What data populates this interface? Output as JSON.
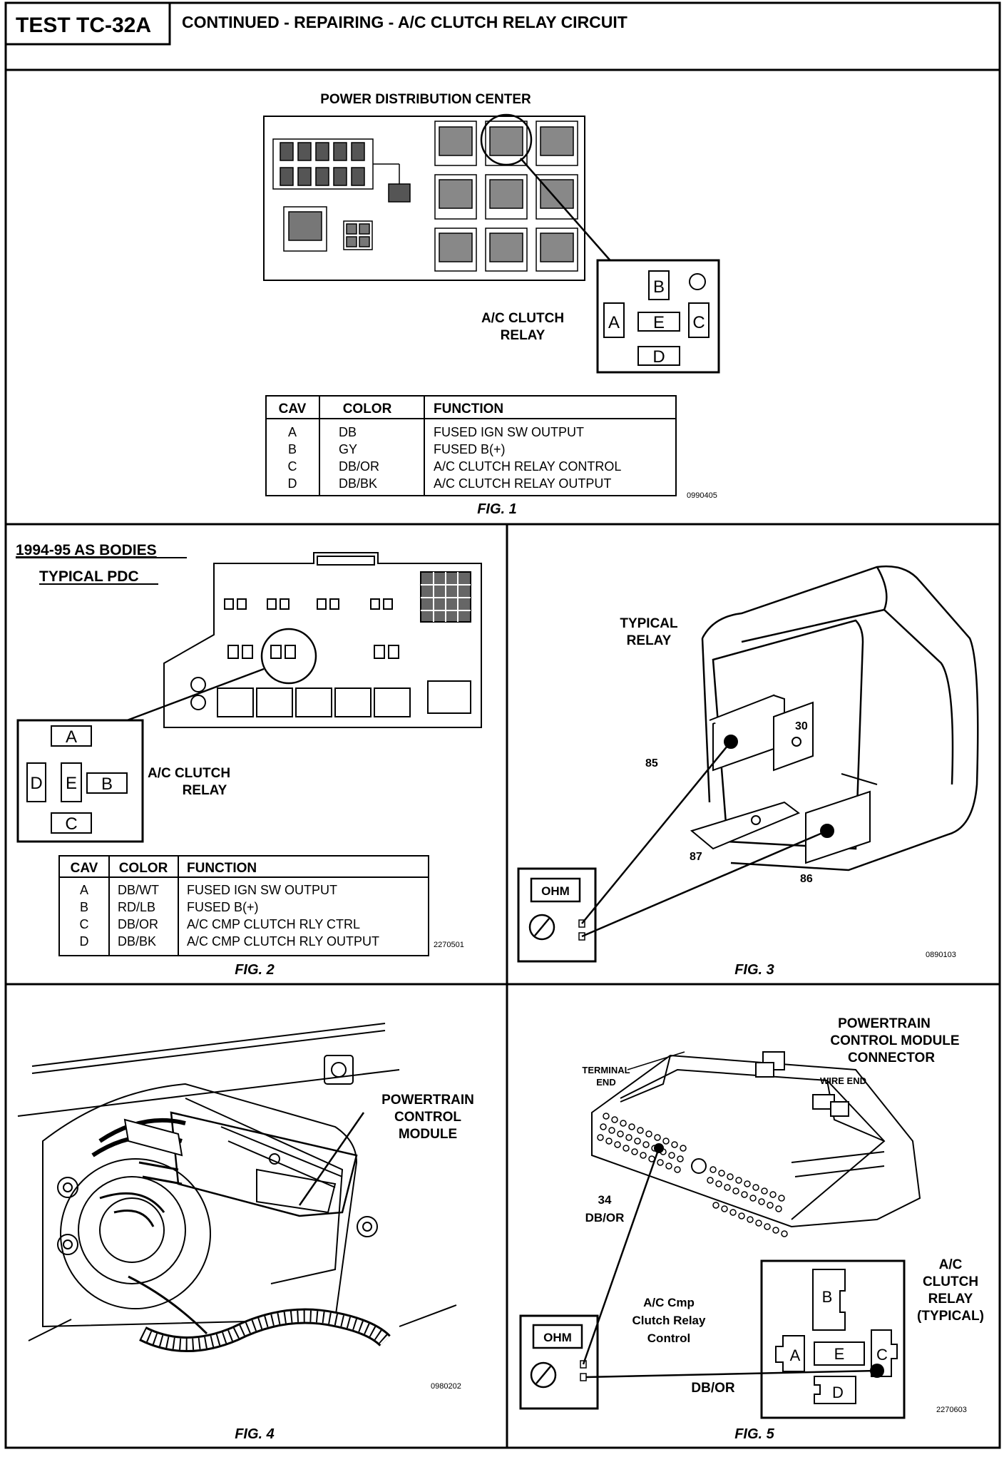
{
  "header": {
    "test_id": "TEST TC-32A",
    "title": "CONTINUED - REPAIRING - A/C CLUTCH RELAY CIRCUIT"
  },
  "fig1": {
    "pdc_title": "POWER DISTRIBUTION CENTER",
    "relay_label_line1": "A/C CLUTCH",
    "relay_label_line2": "RELAY",
    "relay_cavities": [
      "A",
      "B",
      "C",
      "D",
      "E"
    ],
    "table": {
      "headers": [
        "CAV",
        "COLOR",
        "FUNCTION"
      ],
      "rows": [
        {
          "cav": "A",
          "color": "DB",
          "function": "FUSED IGN SW OUTPUT"
        },
        {
          "cav": "B",
          "color": "GY",
          "function": "FUSED B(+)"
        },
        {
          "cav": "C",
          "color": "DB/OR",
          "function": "A/C CLUTCH RELAY CONTROL"
        },
        {
          "cav": "D",
          "color": "DB/BK",
          "function": "A/C CLUTCH RELAY OUTPUT"
        }
      ]
    },
    "ref_number": "0990405",
    "caption": "FIG. 1"
  },
  "fig2": {
    "title_line1": "1994-95 AS BODIES",
    "title_line2": "TYPICAL PDC",
    "relay_label_line1": "A/C CLUTCH",
    "relay_label_line2": "RELAY",
    "relay_cavities": [
      "A",
      "B",
      "C",
      "D",
      "E"
    ],
    "table": {
      "headers": [
        "CAV",
        "COLOR",
        "FUNCTION"
      ],
      "rows": [
        {
          "cav": "A",
          "color": "DB/WT",
          "function": "FUSED IGN SW OUTPUT"
        },
        {
          "cav": "B",
          "color": "RD/LB",
          "function": "FUSED B(+)"
        },
        {
          "cav": "C",
          "color": "DB/OR",
          "function": "A/C CMP CLUTCH RLY CTRL"
        },
        {
          "cav": "D",
          "color": "DB/BK",
          "function": "A/C CMP CLUTCH RLY OUTPUT"
        }
      ]
    },
    "ref_number": "2270501",
    "caption": "FIG. 2"
  },
  "fig3": {
    "label_line1": "TYPICAL",
    "label_line2": "RELAY",
    "terminals": [
      "30",
      "85",
      "87",
      "86"
    ],
    "meter_label": "OHM",
    "ref_number": "0890103",
    "caption": "FIG. 3"
  },
  "fig4": {
    "label_line1": "POWERTRAIN",
    "label_line2": "CONTROL",
    "label_line3": "MODULE",
    "ref_number": "0980202",
    "caption": "FIG. 4"
  },
  "fig5": {
    "title_line1": "POWERTRAIN",
    "title_line2": "CONTROL MODULE",
    "title_line3": "CONNECTOR",
    "terminal_end_line1": "TERMINAL",
    "terminal_end_line2": "END",
    "wire_end": "WIRE END",
    "pin_line1": "34",
    "pin_line2": "DB/OR",
    "control_line1": "A/C Cmp",
    "control_line2": "Clutch Relay",
    "control_line3": "Control",
    "wire_color": "DB/OR",
    "relay_line1": "A/C",
    "relay_line2": "CLUTCH",
    "relay_line3": "RELAY",
    "relay_line4": "(TYPICAL)",
    "relay_cavities": [
      "A",
      "B",
      "C",
      "D",
      "E"
    ],
    "meter_label": "OHM",
    "ref_number": "2270603",
    "caption": "FIG. 5"
  }
}
